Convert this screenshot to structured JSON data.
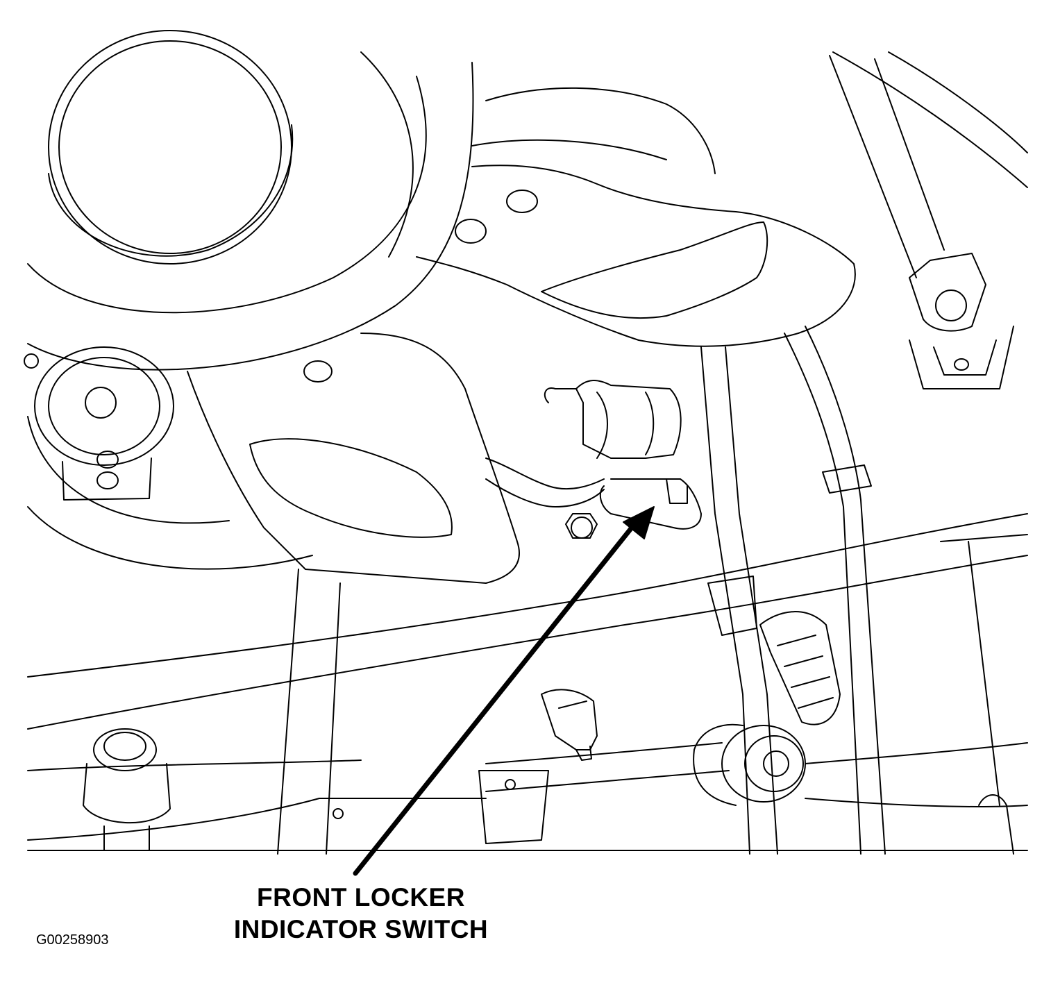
{
  "diagram": {
    "callout": {
      "line1": "FRONT LOCKER",
      "line2": "INDICATOR SWITCH"
    },
    "figure_id": "G00258903",
    "colors": {
      "line": "#000000",
      "background": "#ffffff"
    }
  }
}
